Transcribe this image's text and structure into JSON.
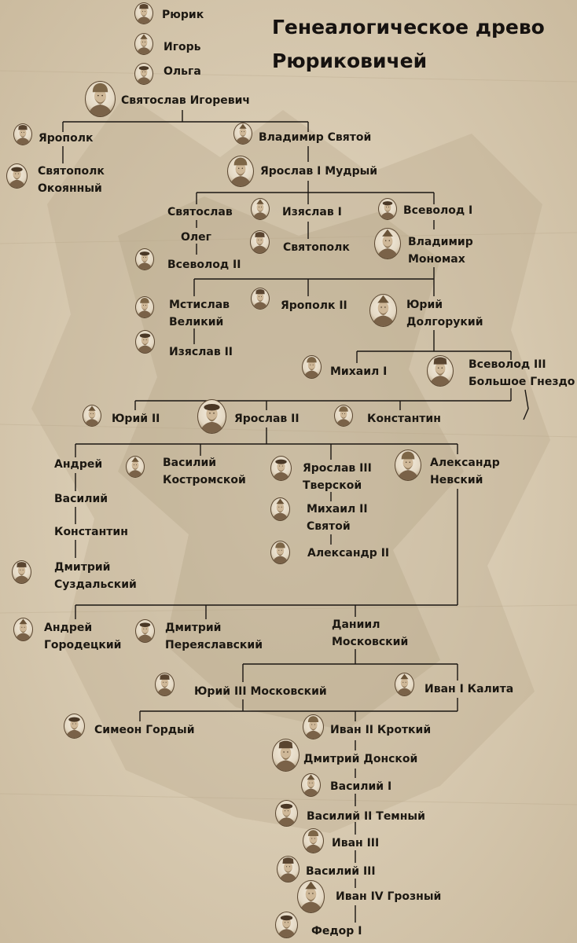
{
  "title_line1": "Генеалогическое древо",
  "title_line2": "Рюриковичей",
  "people": {
    "rurik": "Рюрик",
    "igor": "Игорь",
    "olga": "Ольга",
    "svyatoslav_igorevich": "Святослав Игоревич",
    "yaropolk": "Ярополк",
    "vladimir_svyatoy": "Владимир Святой",
    "svyatopolk_okoyanny_1": "Святополк",
    "svyatopolk_okoyanny_2": "Окоянный",
    "yaroslav_mudry": "Ярослав I Мудрый",
    "svyatoslav": "Святослав",
    "izyaslav_1": "Изяслав I",
    "vsevolod_1": "Всеволод I",
    "oleg": "Олег",
    "svyatopolk": "Святополк",
    "vladimir_monomakh_1": "Владимир",
    "vladimir_monomakh_2": "Мономах",
    "vsevolod_2": "Всеволод II",
    "mstislav_1": "Мстислав",
    "mstislav_2": "Великий",
    "yaropolk_2": "Ярополк II",
    "yuri_dolgoruky_1": "Юрий",
    "yuri_dolgoruky_2": "Долгорукий",
    "izyaslav_2": "Изяслав II",
    "mikhail_1": "Михаил I",
    "vsevolod_3_1": "Всеволод III",
    "vsevolod_3_2": "Большое Гнездо",
    "yuri_2": "Юрий II",
    "yaroslav_2": "Ярослав II",
    "konstantin": "Константин",
    "andrey": "Андрей",
    "vasily_kostromskoy_1": "Василий",
    "vasily_kostromskoy_2": "Костромской",
    "yaroslav_3_1": "Ярослав III",
    "yaroslav_3_2": "Тверской",
    "alexander_nevsky_1": "Александр",
    "alexander_nevsky_2": "Невский",
    "vasily": "Василий",
    "mikhail_2_1": "Михаил II",
    "mikhail_2_2": "Святой",
    "konstantin_2": "Константин",
    "alexander_2": "Александр II",
    "dmitry_suzdal_1": "Дмитрий",
    "dmitry_suzdal_2": "Суздальский",
    "andrey_gorodetsky_1": "Андрей",
    "andrey_gorodetsky_2": "Городецкий",
    "dmitry_pereyaslavsky_1": "Дмитрий",
    "dmitry_pereyaslavsky_2": "Переяславский",
    "daniil_1": "Даниил",
    "daniil_2": "Московский",
    "yuri_3": "Юрий III Московский",
    "ivan_kalita": "Иван I Калита",
    "simeon": "Симеон Гордый",
    "ivan_2": "Иван II Кроткий",
    "dmitry_donskoy": "Дмитрий Донской",
    "vasily_1": "Василий I",
    "vasily_2": "Василий II Темный",
    "ivan_3": "Иван III",
    "vasily_3": "Василий III",
    "ivan_4": "Иван IV Грозный",
    "fedor_1": "Федор I"
  }
}
